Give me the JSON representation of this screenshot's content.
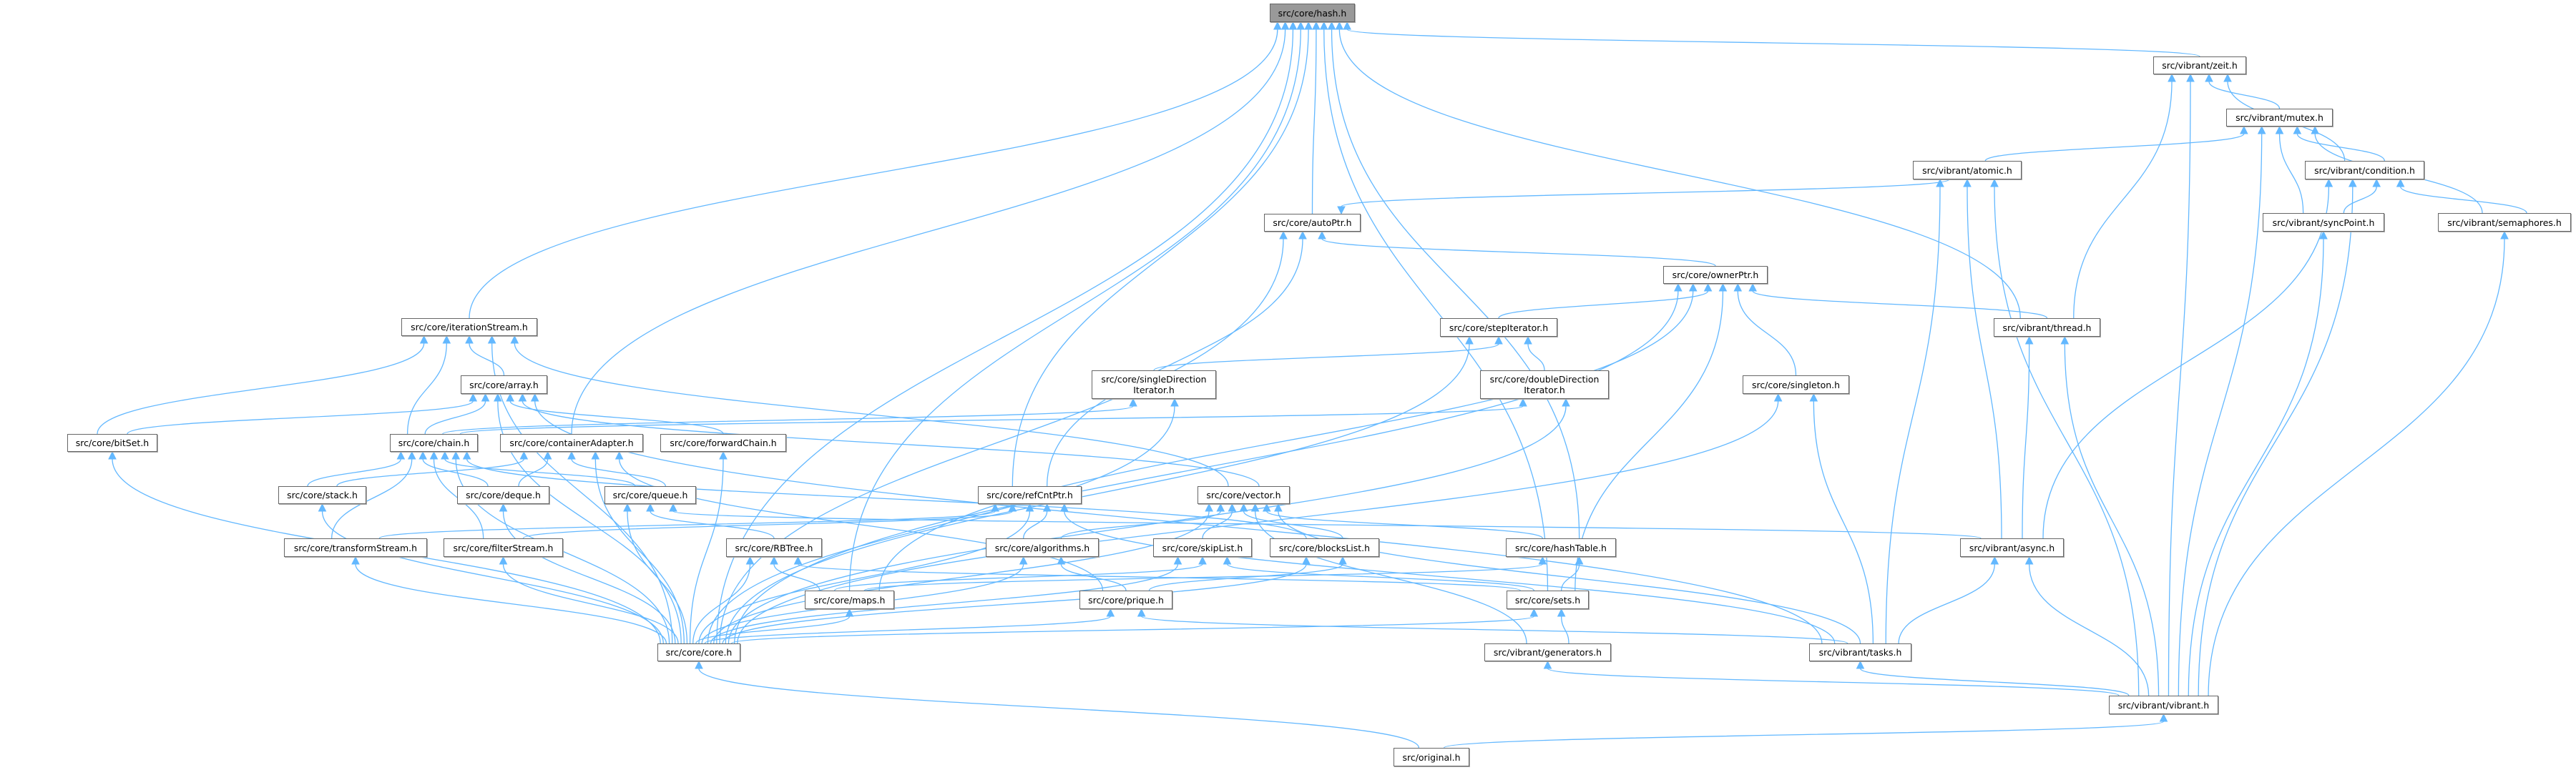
{
  "graph": {
    "root": "hash",
    "edge_color": "#63b8ff",
    "root_fill": "#999999",
    "nodes": [
      {
        "id": "hash",
        "lines": [
          "src/core/hash.h"
        ]
      },
      {
        "id": "zeit",
        "lines": [
          "src/vibrant/zeit.h"
        ]
      },
      {
        "id": "mutex",
        "lines": [
          "src/vibrant/mutex.h"
        ]
      },
      {
        "id": "atomic",
        "lines": [
          "src/vibrant/atomic.h"
        ]
      },
      {
        "id": "condition",
        "lines": [
          "src/vibrant/condition.h"
        ]
      },
      {
        "id": "autoPtr",
        "lines": [
          "src/core/autoPtr.h"
        ]
      },
      {
        "id": "syncPoint",
        "lines": [
          "src/vibrant/syncPoint.h"
        ]
      },
      {
        "id": "semaphores",
        "lines": [
          "src/vibrant/semaphores.h"
        ]
      },
      {
        "id": "ownerPtr",
        "lines": [
          "src/core/ownerPtr.h"
        ]
      },
      {
        "id": "iterationStream",
        "lines": [
          "src/core/iterationStream.h"
        ]
      },
      {
        "id": "stepIterator",
        "lines": [
          "src/core/stepIterator.h"
        ]
      },
      {
        "id": "thread",
        "lines": [
          "src/vibrant/thread.h"
        ]
      },
      {
        "id": "array",
        "lines": [
          "src/core/array.h"
        ]
      },
      {
        "id": "singleDirection",
        "lines": [
          "src/core/singleDirection",
          "Iterator.h"
        ]
      },
      {
        "id": "doubleDirection",
        "lines": [
          "src/core/doubleDirection",
          "Iterator.h"
        ]
      },
      {
        "id": "singleton",
        "lines": [
          "src/core/singleton.h"
        ]
      },
      {
        "id": "bitSet",
        "lines": [
          "src/core/bitSet.h"
        ]
      },
      {
        "id": "chain",
        "lines": [
          "src/core/chain.h"
        ]
      },
      {
        "id": "containerAdapter",
        "lines": [
          "src/core/containerAdapter.h"
        ]
      },
      {
        "id": "forwardChain",
        "lines": [
          "src/core/forwardChain.h"
        ]
      },
      {
        "id": "stack",
        "lines": [
          "src/core/stack.h"
        ]
      },
      {
        "id": "deque",
        "lines": [
          "src/core/deque.h"
        ]
      },
      {
        "id": "queue",
        "lines": [
          "src/core/queue.h"
        ]
      },
      {
        "id": "refCntPtr",
        "lines": [
          "src/core/refCntPtr.h"
        ]
      },
      {
        "id": "vector",
        "lines": [
          "src/core/vector.h"
        ]
      },
      {
        "id": "transformStream",
        "lines": [
          "src/core/transformStream.h"
        ]
      },
      {
        "id": "filterStream",
        "lines": [
          "src/core/filterStream.h"
        ]
      },
      {
        "id": "RBTree",
        "lines": [
          "src/core/RBTree.h"
        ]
      },
      {
        "id": "algorithms",
        "lines": [
          "src/core/algorithms.h"
        ]
      },
      {
        "id": "skipList",
        "lines": [
          "src/core/skipList.h"
        ]
      },
      {
        "id": "blocksList",
        "lines": [
          "src/core/blocksList.h"
        ]
      },
      {
        "id": "hashTable",
        "lines": [
          "src/core/hashTable.h"
        ]
      },
      {
        "id": "async",
        "lines": [
          "src/vibrant/async.h"
        ]
      },
      {
        "id": "maps",
        "lines": [
          "src/core/maps.h"
        ]
      },
      {
        "id": "prique",
        "lines": [
          "src/core/prique.h"
        ]
      },
      {
        "id": "sets",
        "lines": [
          "src/core/sets.h"
        ]
      },
      {
        "id": "core",
        "lines": [
          "src/core/core.h"
        ]
      },
      {
        "id": "generators",
        "lines": [
          "src/vibrant/generators.h"
        ]
      },
      {
        "id": "tasks",
        "lines": [
          "src/vibrant/tasks.h"
        ]
      },
      {
        "id": "vibrant",
        "lines": [
          "src/vibrant/vibrant.h"
        ]
      },
      {
        "id": "original",
        "lines": [
          "src/original.h"
        ]
      }
    ],
    "edges": [
      [
        "autoPtr",
        "hash"
      ],
      [
        "iterationStream",
        "hash"
      ],
      [
        "containerAdapter",
        "hash"
      ],
      [
        "core",
        "hash"
      ],
      [
        "maps",
        "hash"
      ],
      [
        "hashTable",
        "hash"
      ],
      [
        "sets",
        "hash"
      ],
      [
        "thread",
        "hash"
      ],
      [
        "zeit",
        "hash"
      ],
      [
        "refCntPtr",
        "hash"
      ],
      [
        "mutex",
        "zeit"
      ],
      [
        "condition",
        "zeit"
      ],
      [
        "thread",
        "zeit"
      ],
      [
        "vibrant",
        "zeit"
      ],
      [
        "atomic",
        "mutex"
      ],
      [
        "condition",
        "mutex"
      ],
      [
        "syncPoint",
        "mutex"
      ],
      [
        "semaphores",
        "mutex"
      ],
      [
        "vibrant",
        "mutex"
      ],
      [
        "async",
        "atomic"
      ],
      [
        "tasks",
        "atomic"
      ],
      [
        "vibrant",
        "atomic"
      ],
      [
        "syncPoint",
        "condition"
      ],
      [
        "semaphores",
        "condition"
      ],
      [
        "async",
        "condition"
      ],
      [
        "vibrant",
        "condition"
      ],
      [
        "vibrant",
        "syncPoint"
      ],
      [
        "vibrant",
        "semaphores"
      ],
      [
        "ownerPtr",
        "autoPtr"
      ],
      [
        "core",
        "autoPtr"
      ],
      [
        "refCntPtr",
        "autoPtr"
      ],
      [
        "atomic",
        "autoPtr"
      ],
      [
        "stepIterator",
        "ownerPtr"
      ],
      [
        "singleton",
        "ownerPtr"
      ],
      [
        "thread",
        "ownerPtr"
      ],
      [
        "core",
        "ownerPtr"
      ],
      [
        "sets",
        "ownerPtr"
      ],
      [
        "maps",
        "ownerPtr"
      ],
      [
        "array",
        "iterationStream"
      ],
      [
        "chain",
        "iterationStream"
      ],
      [
        "bitSet",
        "iterationStream"
      ],
      [
        "core",
        "iterationStream"
      ],
      [
        "vector",
        "iterationStream"
      ],
      [
        "singleDirection",
        "stepIterator"
      ],
      [
        "doubleDirection",
        "stepIterator"
      ],
      [
        "core",
        "stepIterator"
      ],
      [
        "async",
        "thread"
      ],
      [
        "vibrant",
        "thread"
      ],
      [
        "bitSet",
        "array"
      ],
      [
        "chain",
        "array"
      ],
      [
        "core",
        "array"
      ],
      [
        "forwardChain",
        "array"
      ],
      [
        "vector",
        "array"
      ],
      [
        "tasks",
        "array"
      ],
      [
        "chain",
        "singleDirection"
      ],
      [
        "core",
        "singleDirection"
      ],
      [
        "core",
        "doubleDirection"
      ],
      [
        "chain",
        "doubleDirection"
      ],
      [
        "tasks",
        "singleton"
      ],
      [
        "core",
        "singleton"
      ],
      [
        "core",
        "bitSet"
      ],
      [
        "stack",
        "chain"
      ],
      [
        "deque",
        "chain"
      ],
      [
        "queue",
        "chain"
      ],
      [
        "transformStream",
        "chain"
      ],
      [
        "filterStream",
        "chain"
      ],
      [
        "core",
        "chain"
      ],
      [
        "blocksList",
        "chain"
      ],
      [
        "stack",
        "containerAdapter"
      ],
      [
        "deque",
        "containerAdapter"
      ],
      [
        "queue",
        "containerAdapter"
      ],
      [
        "core",
        "containerAdapter"
      ],
      [
        "prique",
        "containerAdapter"
      ],
      [
        "core",
        "forwardChain"
      ],
      [
        "core",
        "stack"
      ],
      [
        "core",
        "deque"
      ],
      [
        "RBTree",
        "queue"
      ],
      [
        "core",
        "queue"
      ],
      [
        "async",
        "queue"
      ],
      [
        "algorithms",
        "refCntPtr"
      ],
      [
        "core",
        "refCntPtr"
      ],
      [
        "transformStream",
        "refCntPtr"
      ],
      [
        "filterStream",
        "refCntPtr"
      ],
      [
        "tasks",
        "refCntPtr"
      ],
      [
        "algorithms",
        "vector"
      ],
      [
        "skipList",
        "vector"
      ],
      [
        "blocksList",
        "vector"
      ],
      [
        "hashTable",
        "vector"
      ],
      [
        "generators",
        "vector"
      ],
      [
        "core",
        "vector"
      ],
      [
        "tasks",
        "vector"
      ],
      [
        "core",
        "transformStream"
      ],
      [
        "core",
        "filterStream"
      ],
      [
        "maps",
        "RBTree"
      ],
      [
        "core",
        "RBTree"
      ],
      [
        "sets",
        "RBTree"
      ],
      [
        "prique",
        "algorithms"
      ],
      [
        "core",
        "algorithms"
      ],
      [
        "maps",
        "skipList"
      ],
      [
        "sets",
        "skipList"
      ],
      [
        "core",
        "skipList"
      ],
      [
        "prique",
        "blocksList"
      ],
      [
        "core",
        "blocksList"
      ],
      [
        "maps",
        "hashTable"
      ],
      [
        "sets",
        "hashTable"
      ],
      [
        "tasks",
        "async"
      ],
      [
        "vibrant",
        "async"
      ],
      [
        "core",
        "maps"
      ],
      [
        "core",
        "prique"
      ],
      [
        "tasks",
        "prique"
      ],
      [
        "generators",
        "sets"
      ],
      [
        "core",
        "sets"
      ],
      [
        "original",
        "core"
      ],
      [
        "vibrant",
        "generators"
      ],
      [
        "vibrant",
        "tasks"
      ],
      [
        "original",
        "vibrant"
      ]
    ]
  }
}
